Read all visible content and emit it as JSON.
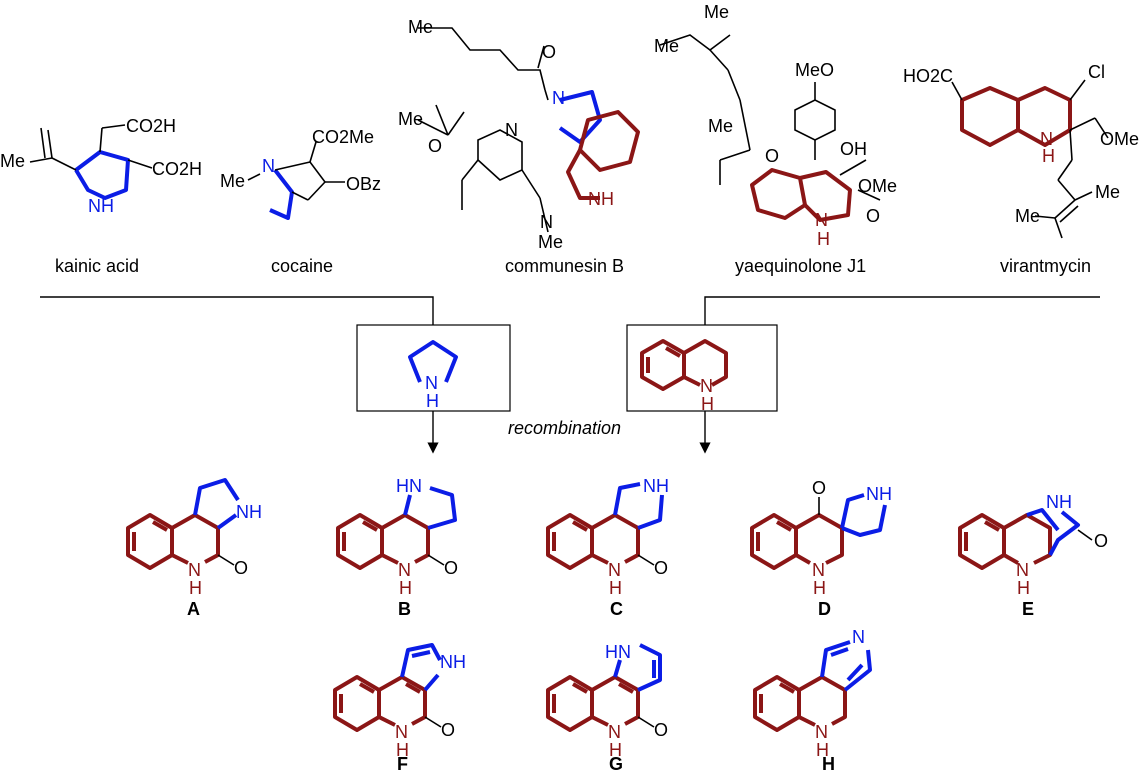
{
  "colors": {
    "pyrrolidine": "#0b1de6",
    "tetrahydroquinoline": "#8b1616",
    "ink": "#000000"
  },
  "natural_products": [
    {
      "name": "kainic acid",
      "substituents": [
        "CO2H",
        "CO2H"
      ],
      "atoms": [
        "Me",
        "NH"
      ]
    },
    {
      "name": "cocaine",
      "substituents": [
        "CO2Me",
        "OBz"
      ],
      "atoms": [
        "Me",
        "N"
      ]
    },
    {
      "name": "communesin B",
      "atoms": [
        "Me",
        "O",
        "Me",
        "O",
        "N",
        "N",
        "NH",
        "N",
        "Me"
      ]
    },
    {
      "name": "yaequinolone J1",
      "atoms": [
        "Me",
        "Me",
        "MeO",
        "Me",
        "O",
        "OH",
        "OMe",
        "O",
        "N",
        "H"
      ]
    },
    {
      "name": "virantmycin",
      "atoms": [
        "HO2C",
        "Cl",
        "N",
        "H",
        "OMe",
        "Me",
        "Me"
      ]
    }
  ],
  "fragments": {
    "pyrrolidine": {
      "atom": "N",
      "h": "H"
    },
    "tetrahydroquinoline": {
      "atom": "N",
      "h": "H"
    }
  },
  "operation": "recombination",
  "scaffolds": [
    {
      "id": "A"
    },
    {
      "id": "B"
    },
    {
      "id": "C"
    },
    {
      "id": "D"
    },
    {
      "id": "E"
    },
    {
      "id": "F"
    },
    {
      "id": "G"
    },
    {
      "id": "H"
    }
  ],
  "atoms": {
    "nh": "NH",
    "hn": "HN",
    "n": "N",
    "h": "H",
    "o": "O"
  }
}
